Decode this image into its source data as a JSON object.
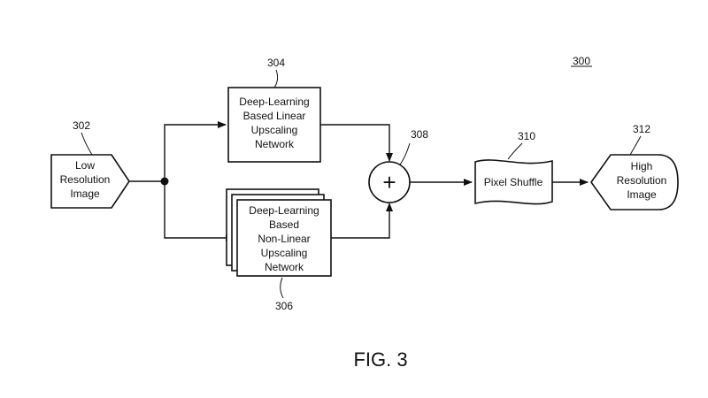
{
  "figure": {
    "ref_number": "300",
    "caption": "FIG. 3"
  },
  "nodes": {
    "low_res": {
      "ref": "302",
      "lines": [
        "Low",
        "Resolution",
        "Image"
      ]
    },
    "linear": {
      "ref": "304",
      "lines": [
        "Deep-Learning",
        "Based Linear",
        "Upscaling",
        "Network"
      ]
    },
    "nonlinear": {
      "ref": "306",
      "lines": [
        "Deep-Learning",
        "Based",
        "Non-Linear",
        "Upscaling",
        "Network"
      ]
    },
    "adder": {
      "ref": "308",
      "symbol": "+"
    },
    "pixel_shuffle": {
      "ref": "310",
      "label": "Pixel Shuffle"
    },
    "high_res": {
      "ref": "312",
      "lines": [
        "High",
        "Resolution",
        "Image"
      ]
    }
  }
}
